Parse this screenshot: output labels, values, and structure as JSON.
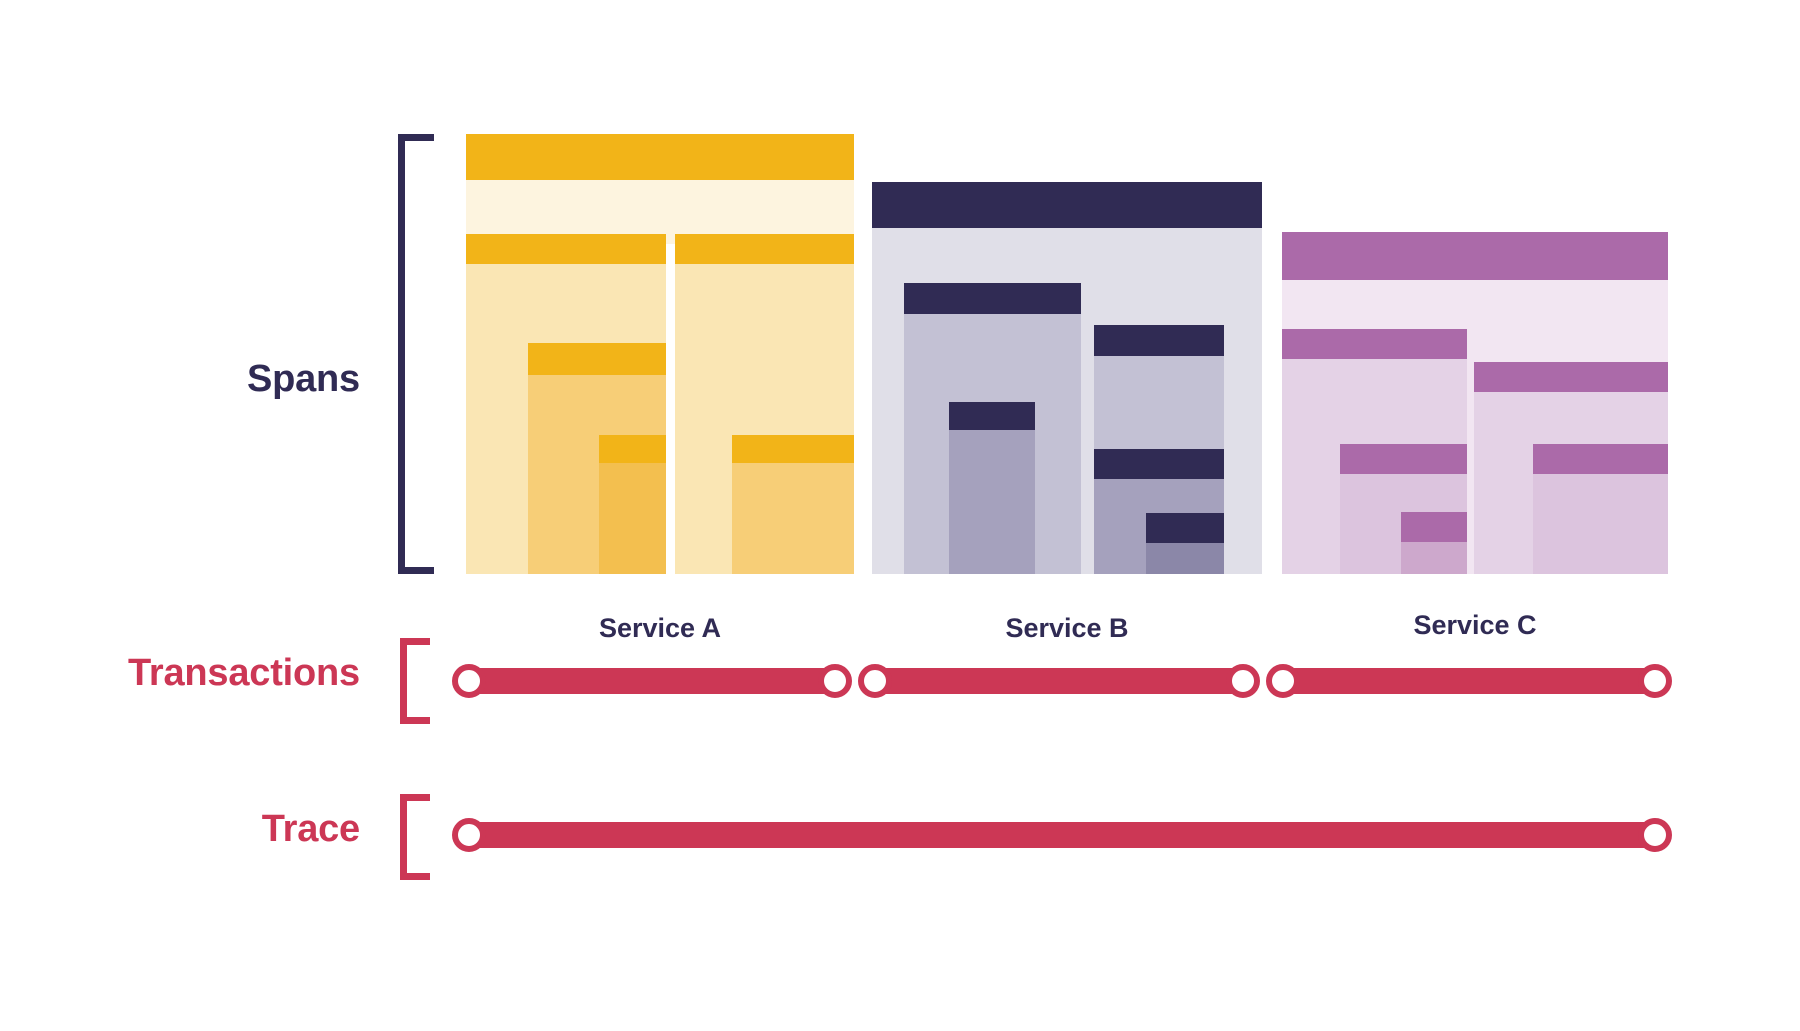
{
  "diagram": {
    "title_rows": {
      "spans": "Spans",
      "transactions": "Transactions",
      "trace": "Trace"
    },
    "colors": {
      "navy": "#302b54",
      "crimson": "#cc3755",
      "gold": "#f2b418",
      "gold_mid": "#f7ce77",
      "gold_light": "#fae6b4",
      "gold_pale": "#fdf4df",
      "gold_deep": "#f3bf4f",
      "grey_dark": "#302b54",
      "grey_mid": "#a5a1bd",
      "grey_light": "#c3c1d4",
      "grey_pale": "#e0dfe8",
      "purple": "#ab6aa9",
      "purple_mid": "#cda8cc",
      "purple_light": "#e4d2e6",
      "purple_pale": "#f2e6f2",
      "white": "#ffffff"
    },
    "services": [
      {
        "name": "Service A",
        "label": "Service A"
      },
      {
        "name": "Service B",
        "label": "Service B"
      },
      {
        "name": "Service C",
        "label": "Service C"
      }
    ],
    "spans": {
      "service_a": [
        {
          "id": "a-root",
          "depth": 0,
          "bar": "gold",
          "body": "gold_pale"
        },
        {
          "id": "a-c1",
          "depth": 1,
          "bar": "gold",
          "body": "gold_light"
        },
        {
          "id": "a-c1-1",
          "depth": 2,
          "bar": "gold",
          "body": "gold_mid"
        },
        {
          "id": "a-c1-1-1",
          "depth": 3,
          "bar": "gold",
          "body": "gold_deep"
        },
        {
          "id": "a-c2",
          "depth": 1,
          "bar": "gold",
          "body": "gold_light"
        },
        {
          "id": "a-c2-1",
          "depth": 2,
          "bar": "gold",
          "body": "gold_mid"
        }
      ],
      "service_b": [
        {
          "id": "b-root",
          "depth": 0,
          "bar": "navy",
          "body": "grey_pale"
        },
        {
          "id": "b-c1",
          "depth": 1,
          "bar": "navy",
          "body": "grey_light"
        },
        {
          "id": "b-c1-1",
          "depth": 2,
          "bar": "navy",
          "body": "grey_mid"
        },
        {
          "id": "b-c2",
          "depth": 1,
          "bar": "navy",
          "body": "grey_light"
        },
        {
          "id": "b-c2-1",
          "depth": 2,
          "bar": "navy",
          "body": "grey_mid"
        },
        {
          "id": "b-c2-1-1",
          "depth": 3,
          "bar": "navy",
          "body": "grey_mid"
        }
      ],
      "service_c": [
        {
          "id": "c-root",
          "depth": 0,
          "bar": "purple",
          "body": "purple_pale"
        },
        {
          "id": "c-c1",
          "depth": 1,
          "bar": "purple",
          "body": "purple_light"
        },
        {
          "id": "c-c1-1",
          "depth": 2,
          "bar": "purple",
          "body": "purple_mid"
        },
        {
          "id": "c-c1-1-1",
          "depth": 3,
          "bar": "purple",
          "body": "purple"
        },
        {
          "id": "c-c2",
          "depth": 1,
          "bar": "purple",
          "body": "purple_light"
        },
        {
          "id": "c-c2-1",
          "depth": 2,
          "bar": "purple",
          "body": "purple_mid"
        }
      ]
    },
    "transactions": [
      {
        "id": "tx-a",
        "service": "Service A"
      },
      {
        "id": "tx-b",
        "service": "Service B"
      },
      {
        "id": "tx-c",
        "service": "Service C"
      }
    ],
    "trace": {
      "id": "trace-1",
      "label": "Trace"
    }
  }
}
